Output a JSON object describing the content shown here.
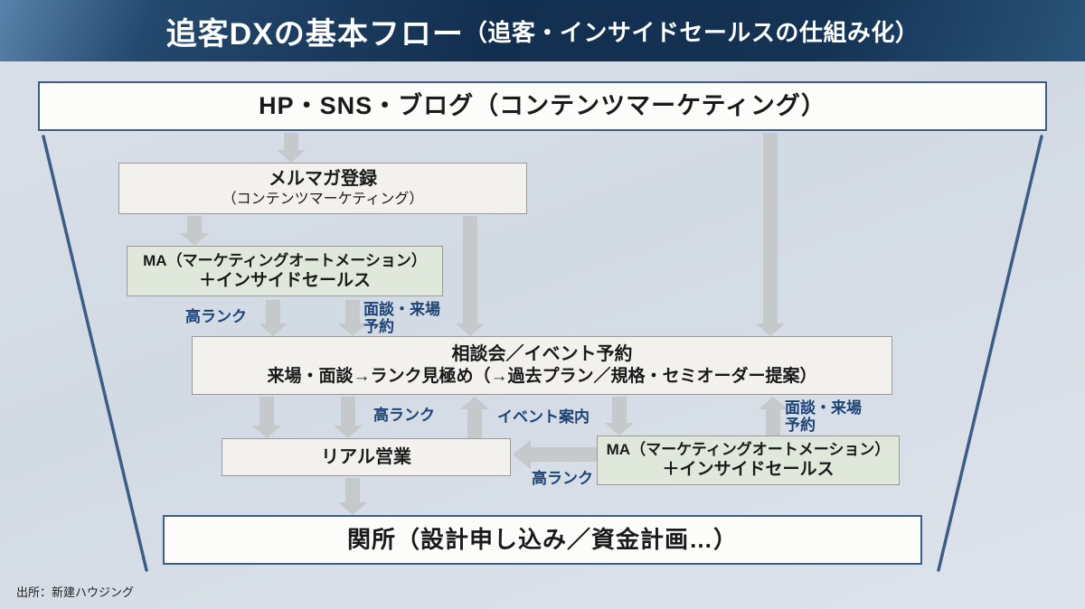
{
  "header": {
    "title": "追客DXの基本フロー",
    "subtitle": "（追客・インサイドセールスの仕組み化）"
  },
  "flow": {
    "source_box": "HP・SNS・ブログ（コンテンツマーケティング）",
    "mailmag_box": {
      "line1": "メルマガ登録",
      "line2": "（コンテンツマーケティング）"
    },
    "ma_left_box": {
      "line1": "MA（マーケティングオートメーション）",
      "line2": "＋インサイドセールス"
    },
    "event_box": {
      "line1": "相談会／イベント予約",
      "line2": "来場・面談→ランク見極め（→過去プラン／規格・セミオーダー提案）"
    },
    "real_sales_box": "リアル営業",
    "ma_right_box": {
      "line1": "MA（マーケティングオートメーション）",
      "line2": "＋インサイドセールス"
    },
    "gate_box": "関所（設計申し込み／資金計画…）"
  },
  "labels": {
    "high_rank_ma_left": "高ランク",
    "booking_left": {
      "line1": "面談・来場",
      "line2": "予約"
    },
    "high_rank_to_sales": "高ランク",
    "event_invite": "イベント案内",
    "booking_right": {
      "line1": "面談・来場",
      "line2": "予約"
    },
    "high_rank_ma_right": "高ランク"
  },
  "footer": {
    "source": "出所：新建ハウジング"
  },
  "colors": {
    "header_navy": "#132f50",
    "accent_border": "#3d5c87",
    "arrow_gray": "#c6c9cc",
    "label_blue": "#1d4376",
    "box_green": "#e0e8db",
    "box_gray": "#f2f1ee",
    "background": "#d6dde6"
  }
}
